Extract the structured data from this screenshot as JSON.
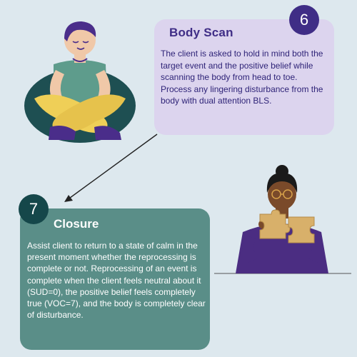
{
  "step6": {
    "number": "6",
    "title": "Body Scan",
    "text": "The client is asked to hold in mind both the target event and the positive belief while scanning the body from head to toe. Process any lingering disturbance from the body with dual attention BLS."
  },
  "step7": {
    "number": "7",
    "title": "Closure",
    "text": "Assist client to return to a state of calm in the present moment whether the reprocessing is complete or not. Reprocessing of an event is complete when the client feels neutral about it (SUD=0), the positive belief feels completely true (VOC=7), and the body is completely clear of disturbance."
  },
  "colors": {
    "background": "#dde8ee",
    "card6": "#dcd4ee",
    "badge6": "#3f2d86",
    "card7": "#5a8e88",
    "badge7": "#15474a"
  },
  "icons": [
    "meditating-person-illustration",
    "woman-holding-puzzle-pieces-illustration",
    "connector-arrow"
  ]
}
